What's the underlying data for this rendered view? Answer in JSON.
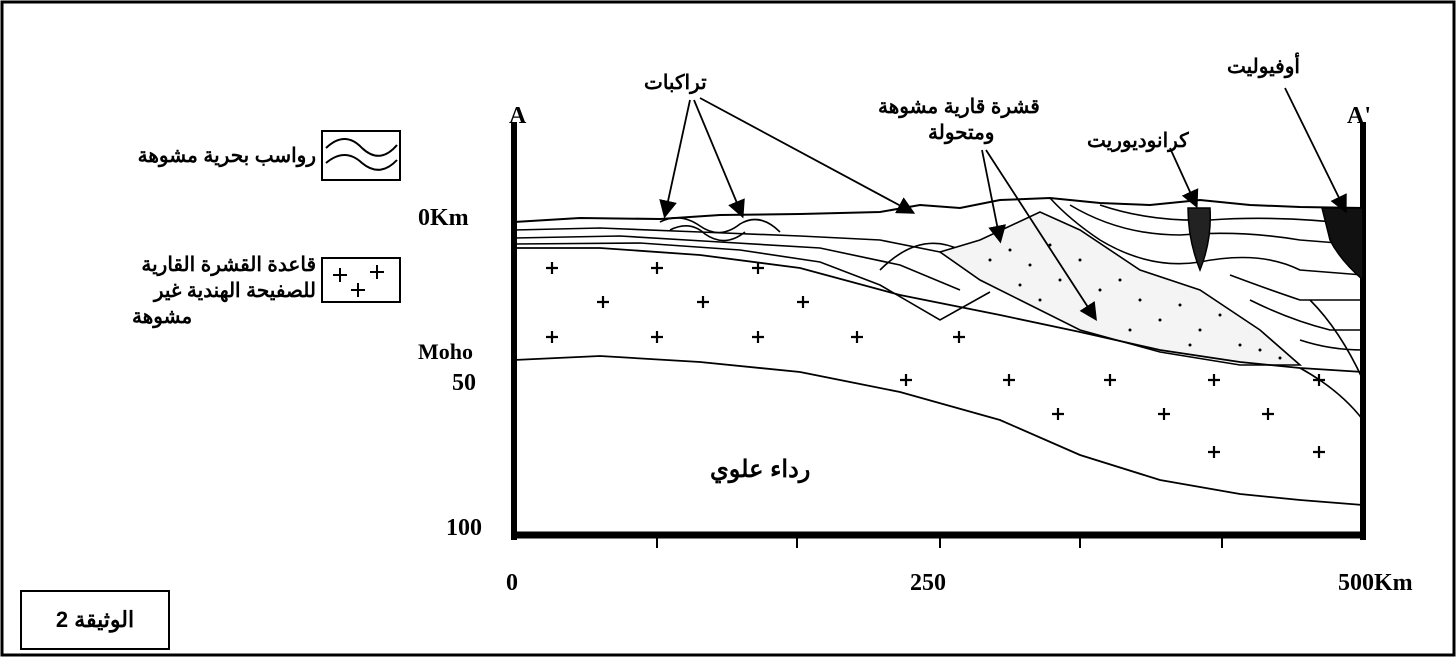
{
  "document_label": "الوثيقة 2",
  "points": {
    "start": "A",
    "end": "A'"
  },
  "depth_labels": {
    "surface": "0Km",
    "moho": "Moho",
    "d50": "50",
    "d100": "100"
  },
  "distance_labels": {
    "d0": "0",
    "d250": "250",
    "d500": "500Km"
  },
  "legend": [
    {
      "symbol": "wavy-lines",
      "text": "رواسب بحرية مشوهة"
    },
    {
      "symbol": "plus-signs",
      "text_lines": [
        "قاعدة القشرة القارية",
        "للصفيحة الهندية غير",
        "مشوهة"
      ]
    }
  ],
  "annotations": {
    "thrusts": "تراكبات",
    "deformed_crust_line1": "قشرة قارية مشوهة",
    "deformed_crust_line2": "ومتحولة",
    "granodiorite": "كرانوديوريت",
    "ophiolite": "أوفيوليت",
    "upper_mantle": "رداء علوي"
  }
}
